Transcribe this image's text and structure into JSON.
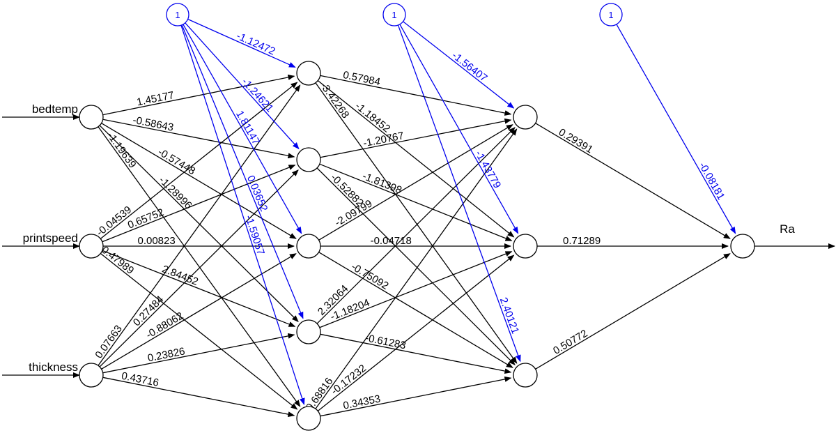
{
  "colors": {
    "weight": "#000000",
    "bias": "#0000ee",
    "background": "#ffffff"
  },
  "inputs": [
    "bedtemp",
    "printspeed",
    "thickness"
  ],
  "output": "Ra",
  "bias_symbol": "1",
  "hidden1_size": 5,
  "hidden2_size": 3,
  "weights_input_to_h1": [
    [
      "1.45177",
      "-0.58643",
      "-0.57448",
      "-1.28996",
      "-1.19639"
    ],
    [
      "-0.04539",
      "0.65752",
      "0.00823",
      "2.84452",
      "-0.47989"
    ],
    [
      "0.07663",
      "0.27484",
      "-0.88062",
      "0.23826",
      "0.43716"
    ]
  ],
  "bias_h1": [
    "-1.12472",
    "-1.24621",
    "1.81147",
    "0.03652",
    "-1.59057"
  ],
  "weights_h1_to_h2": [
    [
      "0.57984",
      "-1.18452",
      "-3.42268"
    ],
    [
      "-1.20767",
      "-1.81398",
      "-0.52882"
    ],
    [
      "-2.09799",
      "-0.04718",
      "-0.75092"
    ],
    [
      "2.32064",
      "-1.18204",
      "-0.61283"
    ],
    [
      "0.68816",
      "-0.17232",
      "0.34353"
    ]
  ],
  "bias_h2": [
    "-1.56407",
    "-1.43779",
    "2.40121"
  ],
  "weights_h2_to_out": [
    "0.29391",
    "0.71289",
    "0.50772"
  ],
  "bias_out": "-0.08181"
}
